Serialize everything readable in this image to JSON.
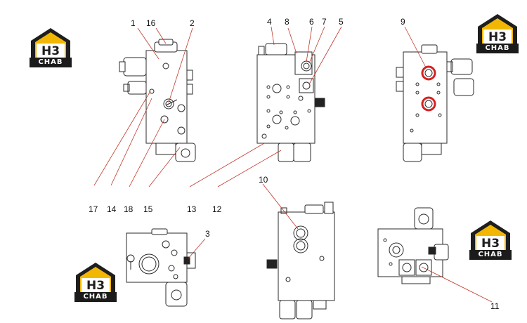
{
  "callouts": {
    "c1": "1",
    "c16": "16",
    "c2": "2",
    "c4": "4",
    "c8": "8",
    "c6": "6",
    "c7": "7",
    "c5": "5",
    "c9": "9",
    "c17": "17",
    "c14": "14",
    "c18": "18",
    "c15": "15",
    "c13": "13",
    "c12": "12",
    "c10": "10",
    "c3": "3",
    "c11": "11"
  },
  "logo": {
    "wordmark": "CHAB",
    "emblem_letters": "H3",
    "colors": {
      "roof": "#1e1e1e",
      "accent": "#f2b705",
      "text": "#ffffff"
    }
  },
  "colors": {
    "leader_line": "#c0392b",
    "highlight_port": "#d62020",
    "outline": "#2a2a2a"
  }
}
